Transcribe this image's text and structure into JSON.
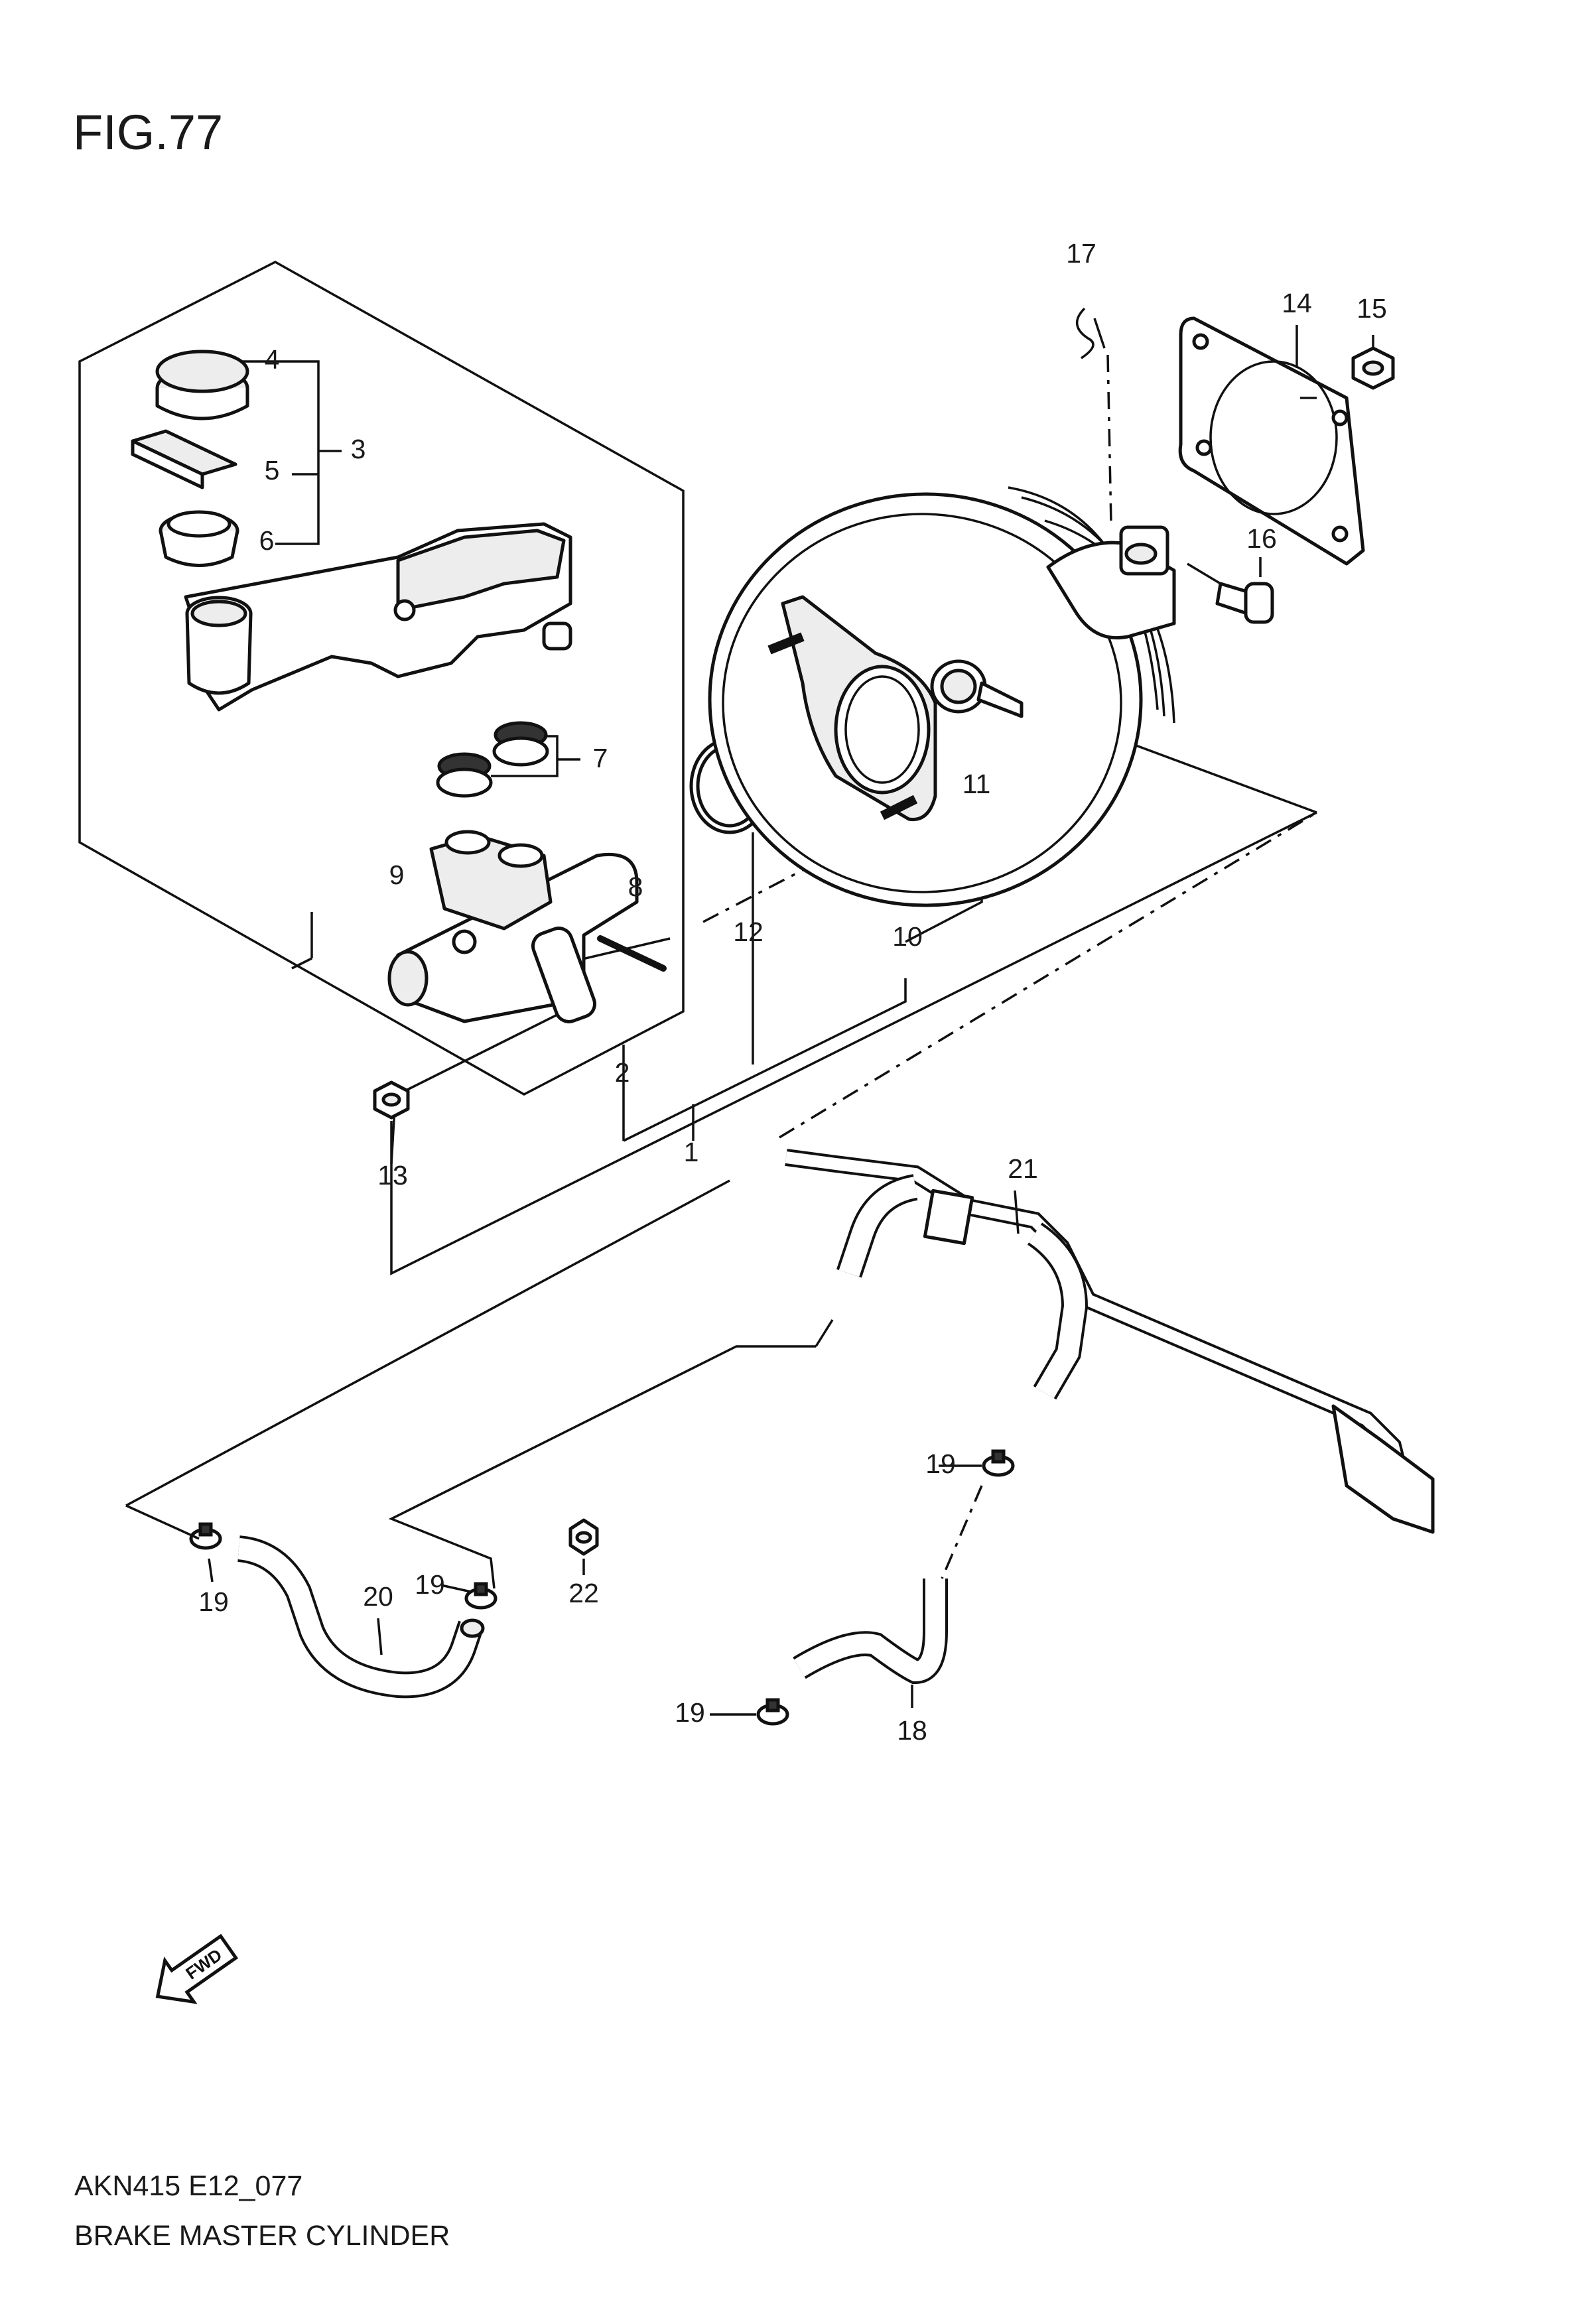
{
  "figure": {
    "title": "FIG.77"
  },
  "footer": {
    "code": "AKN415 E12_077",
    "name": "BRAKE MASTER CYLINDER"
  },
  "fwd_label": "FWD",
  "callouts": {
    "c1": "1",
    "c2": "2",
    "c3": "3",
    "c4": "4",
    "c5": "5",
    "c6": "6",
    "c7": "7",
    "c8": "8",
    "c9": "9",
    "c10": "10",
    "c11": "11",
    "c12": "12",
    "c13": "13",
    "c14": "14",
    "c15": "15",
    "c16": "16",
    "c17": "17",
    "c18": "18",
    "c19a": "19",
    "c19b": "19",
    "c19c": "19",
    "c19d": "19",
    "c20": "20",
    "c21": "21",
    "c22": "22"
  }
}
